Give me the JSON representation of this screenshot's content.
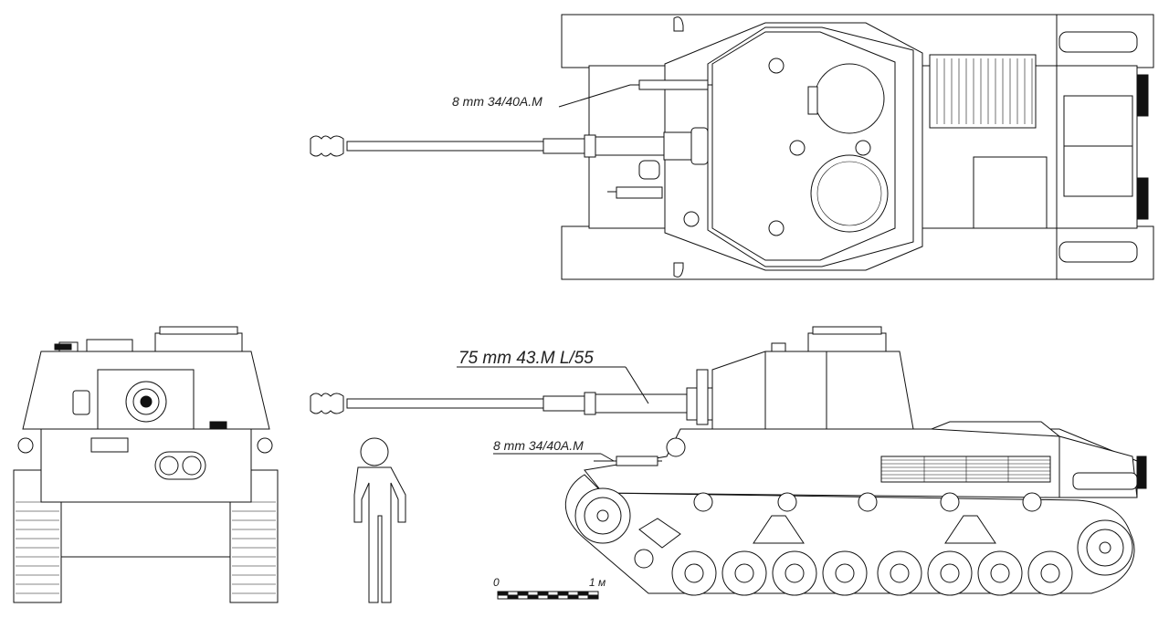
{
  "labels": {
    "top_mg": "8 mm 34/40A.M",
    "main_gun": "75 mm 43.M L/55",
    "side_mg": "8 mm 34/40A.M"
  },
  "scale_bar": {
    "start": "0",
    "end": "1 м"
  },
  "colors": {
    "line": "#111111",
    "fill": "#ffffff"
  }
}
